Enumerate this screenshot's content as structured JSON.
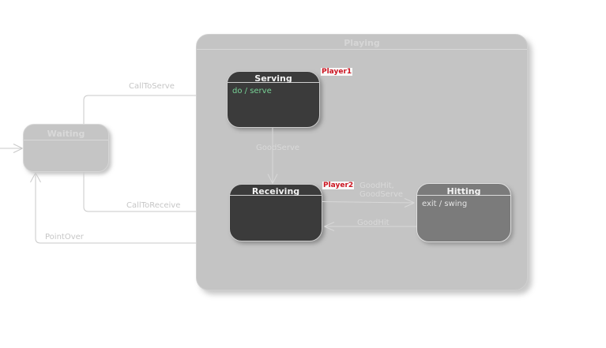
{
  "colors": {
    "composite_fill": "#c4c4c4",
    "state_dark_fill": "#3b3b3b",
    "state_medium_fill": "#7b7b7b",
    "state_light_fill": "#c5c5c5",
    "action_text_green": "#78d296",
    "annotation_red": "#cc1622",
    "line_inner": "#d8d8d8",
    "line_outer": "#c9c9c9"
  },
  "states": {
    "playing": {
      "title": "Playing"
    },
    "waiting": {
      "title": "Waiting"
    },
    "serving": {
      "title": "Serving",
      "action": "do / serve"
    },
    "receiving": {
      "title": "Receiving"
    },
    "hitting": {
      "title": "Hitting",
      "action": "exit / swing"
    }
  },
  "annotations": {
    "player1": "Player1",
    "player2": "Player2"
  },
  "transitions": {
    "call_to_serve": "CallToServe",
    "call_to_receive": "CallToReceive",
    "point_over": "PointOver",
    "good_serve": "GoodServe",
    "good_hit_good_serve": {
      "line1": "GoodHit,",
      "line2": "GoodServe"
    },
    "good_hit": "GoodHit"
  }
}
